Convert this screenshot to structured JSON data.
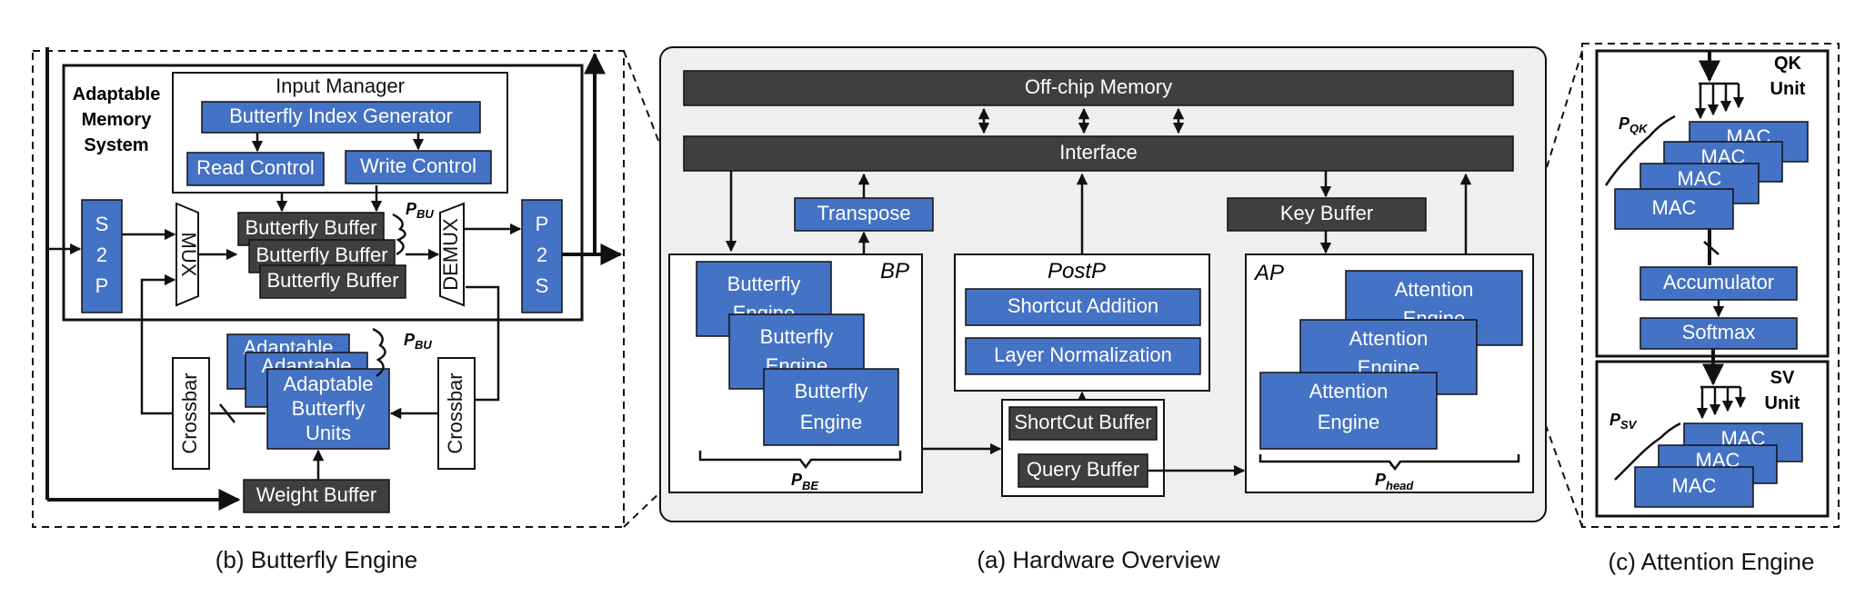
{
  "hardware_overview": {
    "caption": "(a) Hardware Overview",
    "offchip_memory": "Off-chip Memory",
    "interface": "Interface",
    "transpose": "Transpose",
    "key_buffer": "Key Buffer",
    "bp_label": "BP",
    "postp_label": "PostP",
    "ap_label": "AP",
    "butterfly_engine": "Butterfly Engine",
    "butterfly_engine_line1": "Butterfly",
    "butterfly_engine_line2": "Engine",
    "shortcut_addition": "Shortcut Addition",
    "layer_normalization": "Layer Normalization",
    "shortcut_buffer": "ShortCut  Buffer",
    "query_buffer": "Query  Buffer",
    "attention_engine_line1": "Attention",
    "attention_engine_line2": "Engine",
    "p_be": "P",
    "p_be_sub": "BE",
    "p_head": "P",
    "p_head_sub": "head",
    "p_head_prime": "'"
  },
  "butterfly_engine": {
    "caption": "(b) Butterfly Engine",
    "ams_line1": "Adaptable",
    "ams_line2": "Memory",
    "ams_line3": "System",
    "input_manager": "Input Manager",
    "index_generator": "Butterfly Index Generator",
    "read_control": "Read Control",
    "write_control": "Write Control",
    "s2p": [
      "S",
      "2",
      "P"
    ],
    "p2s": [
      "P",
      "2",
      "S"
    ],
    "mux": "MUX",
    "demux": "DEMUX",
    "butterfly_buffer": "Butterfly  Buffer",
    "p_bu": "P",
    "p_bu_sub": "BU",
    "adaptable": "Adaptable",
    "abu_line1": "Adaptable",
    "abu_line2": "Butterfly",
    "abu_line3": "Units",
    "crossbar": "Crossbar",
    "weight_buffer": "Weight  Buffer"
  },
  "attention_engine": {
    "caption": "(c) Attention Engine",
    "qk_unit_line1": "QK",
    "qk_unit_line2": "Unit",
    "sv_unit_line1": "SV",
    "sv_unit_line2": "Unit",
    "mac": "MAC",
    "accumulator": "Accumulator",
    "softmax": "Softmax",
    "p_qk": "P",
    "p_qk_sub": "QK",
    "p_sv": "P",
    "p_sv_sub": "SV"
  },
  "colors": {
    "block_blue": "#4472c4",
    "block_dark": "#3f3f3f",
    "panel_gray": "#efefef"
  }
}
